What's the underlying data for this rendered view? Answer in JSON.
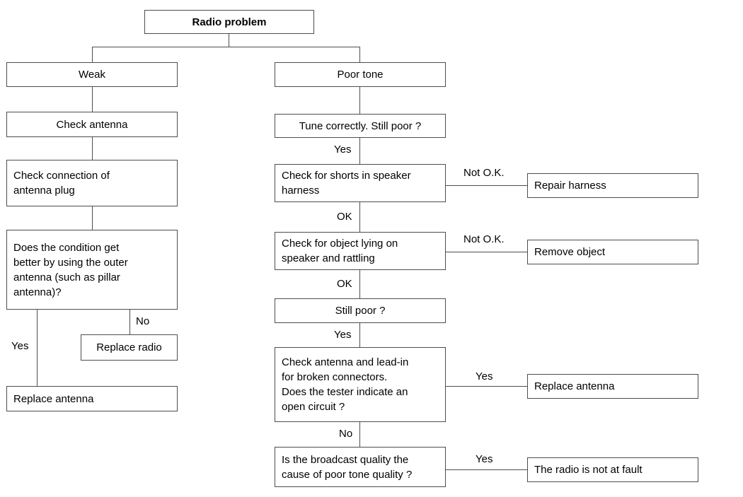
{
  "diagram": {
    "title": "Radio problem",
    "nodes": {
      "root": "Radio problem",
      "weak": "Weak",
      "check_antenna": "Check antenna",
      "check_connection": "Check connection of\nantenna plug",
      "does_condition": "Does the condition get\nbetter by using the outer\nantenna (such as pillar\nantenna)?",
      "replace_radio": "Replace radio",
      "replace_antenna_left": "Replace antenna",
      "poor_tone": "Poor tone",
      "tune_correctly": "Tune correctly. Still poor ?",
      "check_shorts": "Check for shorts in speaker\nharness",
      "repair_harness": "Repair harness",
      "check_object": "Check for object lying on\nspeaker and rattling",
      "remove_object": "Remove object",
      "still_poor": "Still poor ?",
      "check_leadin": "Check antenna and lead-in\nfor broken connectors.\nDoes the tester indicate an\nopen circuit ?",
      "replace_antenna_right": "Replace antenna",
      "broadcast_quality": "Is the broadcast quality the\ncause of poor tone quality ?",
      "not_at_fault": "The radio is not at fault"
    },
    "edge_labels": {
      "cond_yes": "Yes",
      "cond_no": "No",
      "tune_yes": "Yes",
      "shorts_notok": "Not O.K.",
      "shorts_ok": "OK",
      "object_notok": "Not O.K.",
      "object_ok": "OK",
      "stillpoor_yes": "Yes",
      "leadin_yes": "Yes",
      "leadin_no": "No",
      "broadcast_yes": "Yes"
    },
    "colors": {
      "line": "#4d4d4d",
      "text": "#000000",
      "background": "#ffffff"
    }
  }
}
